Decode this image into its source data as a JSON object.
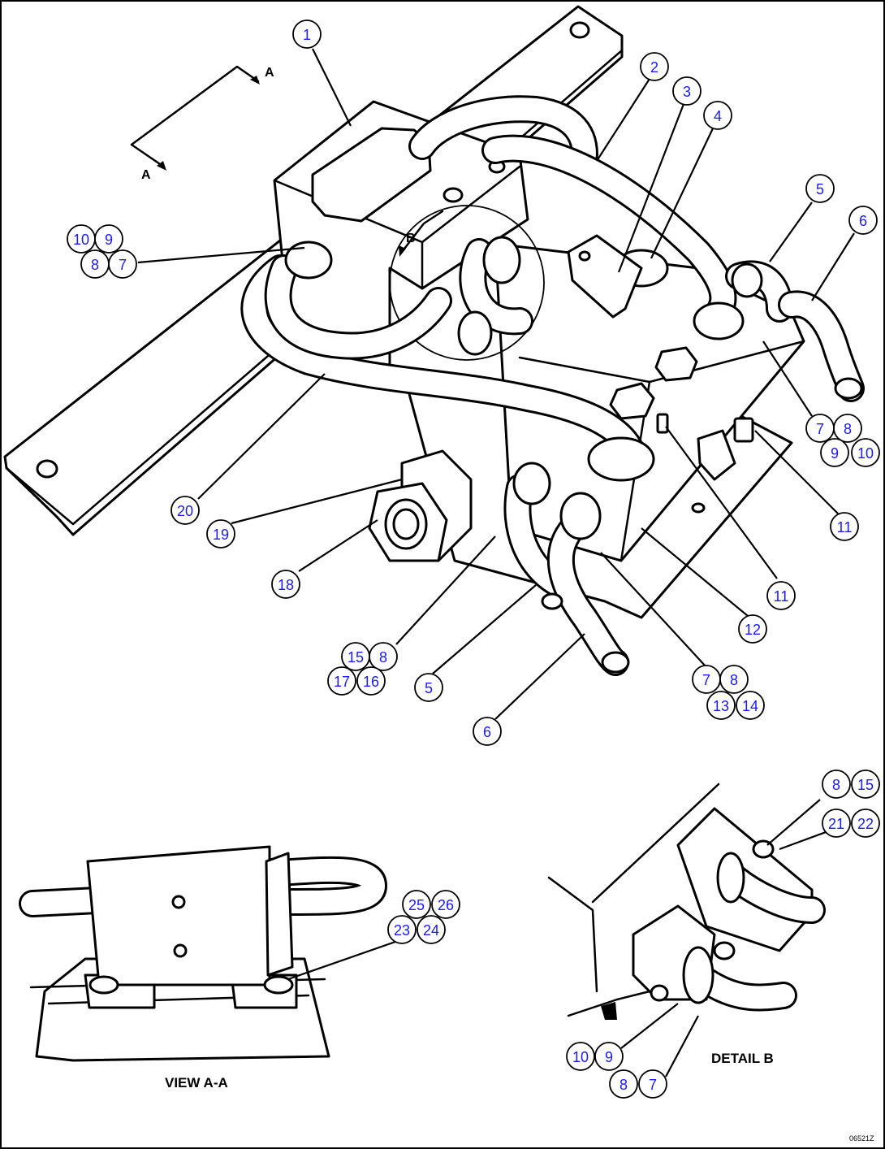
{
  "sheet": {
    "drawing_number": "06521Z",
    "captions": {
      "view_aa": "VIEW A-A",
      "detail_b": "DETAIL B"
    },
    "section_markers": {
      "a_top": "A",
      "a_left": "A",
      "b": "B"
    }
  },
  "callouts": {
    "main": [
      {
        "id": "c1",
        "text": "1"
      },
      {
        "id": "c2",
        "text": "2"
      },
      {
        "id": "c3",
        "text": "3"
      },
      {
        "id": "c4",
        "text": "4"
      },
      {
        "id": "c5a",
        "text": "5"
      },
      {
        "id": "c6a",
        "text": "6"
      },
      {
        "id": "g1_10",
        "text": "10"
      },
      {
        "id": "g1_9",
        "text": "9"
      },
      {
        "id": "g1_8",
        "text": "8"
      },
      {
        "id": "g1_7",
        "text": "7"
      },
      {
        "id": "g2_7",
        "text": "7"
      },
      {
        "id": "g2_8",
        "text": "8"
      },
      {
        "id": "g2_9",
        "text": "9"
      },
      {
        "id": "g2_10",
        "text": "10"
      },
      {
        "id": "c11a",
        "text": "11"
      },
      {
        "id": "c11b",
        "text": "11"
      },
      {
        "id": "c12",
        "text": "12"
      },
      {
        "id": "c20",
        "text": "20"
      },
      {
        "id": "c19",
        "text": "19"
      },
      {
        "id": "c18",
        "text": "18"
      },
      {
        "id": "g3_15",
        "text": "15"
      },
      {
        "id": "g3_8",
        "text": "8"
      },
      {
        "id": "g3_17",
        "text": "17"
      },
      {
        "id": "g3_16",
        "text": "16"
      },
      {
        "id": "c5b",
        "text": "5"
      },
      {
        "id": "c6b",
        "text": "6"
      },
      {
        "id": "g4_7",
        "text": "7"
      },
      {
        "id": "g4_8",
        "text": "8"
      },
      {
        "id": "g4_13",
        "text": "13"
      },
      {
        "id": "g4_14",
        "text": "14"
      }
    ],
    "view_aa": [
      {
        "id": "g5_25",
        "text": "25"
      },
      {
        "id": "g5_26",
        "text": "26"
      },
      {
        "id": "g5_23",
        "text": "23"
      },
      {
        "id": "g5_24",
        "text": "24"
      }
    ],
    "detail_b": [
      {
        "id": "g6_8",
        "text": "8"
      },
      {
        "id": "g6_15",
        "text": "15"
      },
      {
        "id": "g6_21",
        "text": "21"
      },
      {
        "id": "g6_22",
        "text": "22"
      },
      {
        "id": "g7_10",
        "text": "10"
      },
      {
        "id": "g7_9",
        "text": "9"
      },
      {
        "id": "g7_8",
        "text": "8"
      },
      {
        "id": "g7_7",
        "text": "7"
      }
    ]
  }
}
